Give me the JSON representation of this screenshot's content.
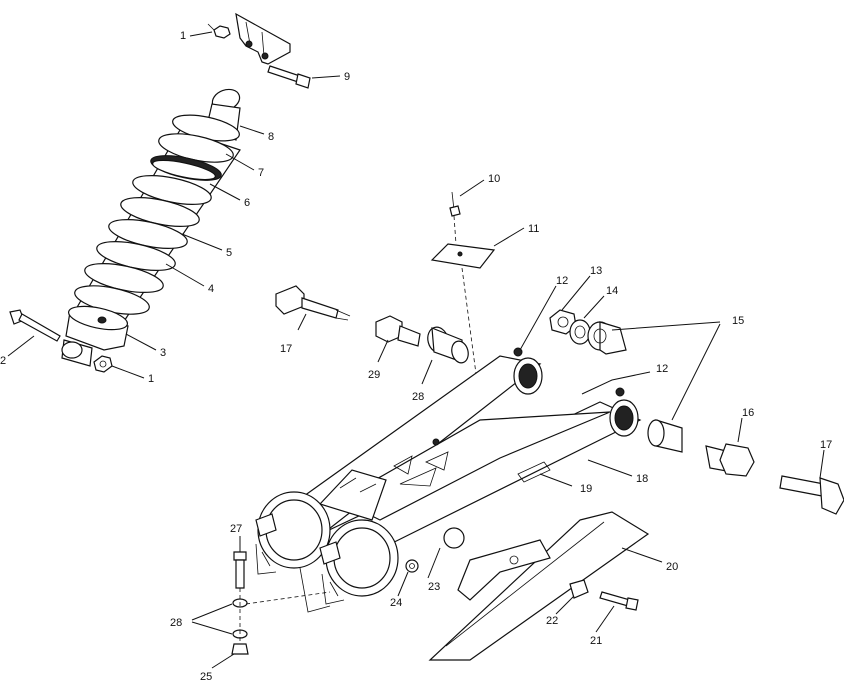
{
  "callouts": [
    {
      "id": "c1a",
      "text": "1"
    },
    {
      "id": "c9",
      "text": "9"
    },
    {
      "id": "c8",
      "text": "8"
    },
    {
      "id": "c7",
      "text": "7"
    },
    {
      "id": "c6",
      "text": "6"
    },
    {
      "id": "c5",
      "text": "5"
    },
    {
      "id": "c4",
      "text": "4"
    },
    {
      "id": "c3",
      "text": "3"
    },
    {
      "id": "c2",
      "text": "2"
    },
    {
      "id": "c1b",
      "text": "1"
    },
    {
      "id": "c10",
      "text": "10"
    },
    {
      "id": "c11",
      "text": "11"
    },
    {
      "id": "c12a",
      "text": "12"
    },
    {
      "id": "c13",
      "text": "13"
    },
    {
      "id": "c14",
      "text": "14"
    },
    {
      "id": "c15",
      "text": "15"
    },
    {
      "id": "c12b",
      "text": "12"
    },
    {
      "id": "c16",
      "text": "16"
    },
    {
      "id": "c17a",
      "text": "17"
    },
    {
      "id": "c17b",
      "text": "17"
    },
    {
      "id": "c29",
      "text": "29"
    },
    {
      "id": "c28a",
      "text": "28"
    },
    {
      "id": "c18",
      "text": "18"
    },
    {
      "id": "c19",
      "text": "19"
    },
    {
      "id": "c20",
      "text": "20"
    },
    {
      "id": "c27",
      "text": "27"
    },
    {
      "id": "c28b",
      "text": "28"
    },
    {
      "id": "c24",
      "text": "24"
    },
    {
      "id": "c23",
      "text": "23"
    },
    {
      "id": "c22",
      "text": "22"
    },
    {
      "id": "c21",
      "text": "21"
    },
    {
      "id": "c25",
      "text": "25"
    }
  ]
}
